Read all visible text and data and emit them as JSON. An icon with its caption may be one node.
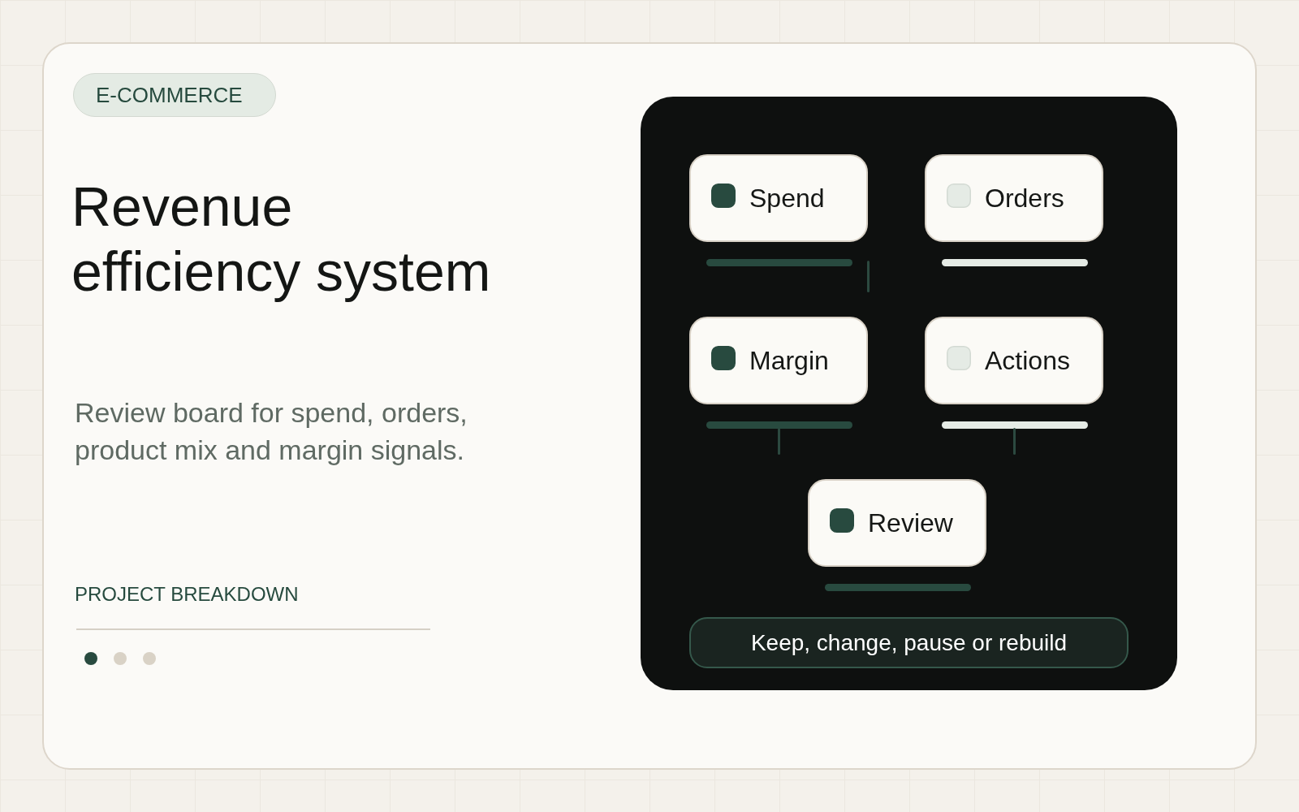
{
  "diagram": {
    "title": "Revenue efficiency system",
    "nodes": [
      {
        "text": [
          "E-COMMERCE"
        ]
      },
      {
        "text": [],
        "shape": "box"
      },
      {
        "text": [
          "Spend"
        ],
        "in": 1
      },
      {
        "text": [
          "Orders"
        ],
        "in": 1
      },
      {
        "text": [
          "Margin"
        ],
        "in": 1
      },
      {
        "text": [
          "Actions"
        ],
        "in": 1
      },
      {
        "text": [
          "Review"
        ],
        "in": 1
      },
      {
        "text": [
          "Keep, change, pause or rebuild"
        ],
        "in": 1
      }
    ],
    "labels": [
      "Review board for spend, orders, product mix and margin signals.",
      "PROJECT BREAKDOWN"
    ]
  }
}
